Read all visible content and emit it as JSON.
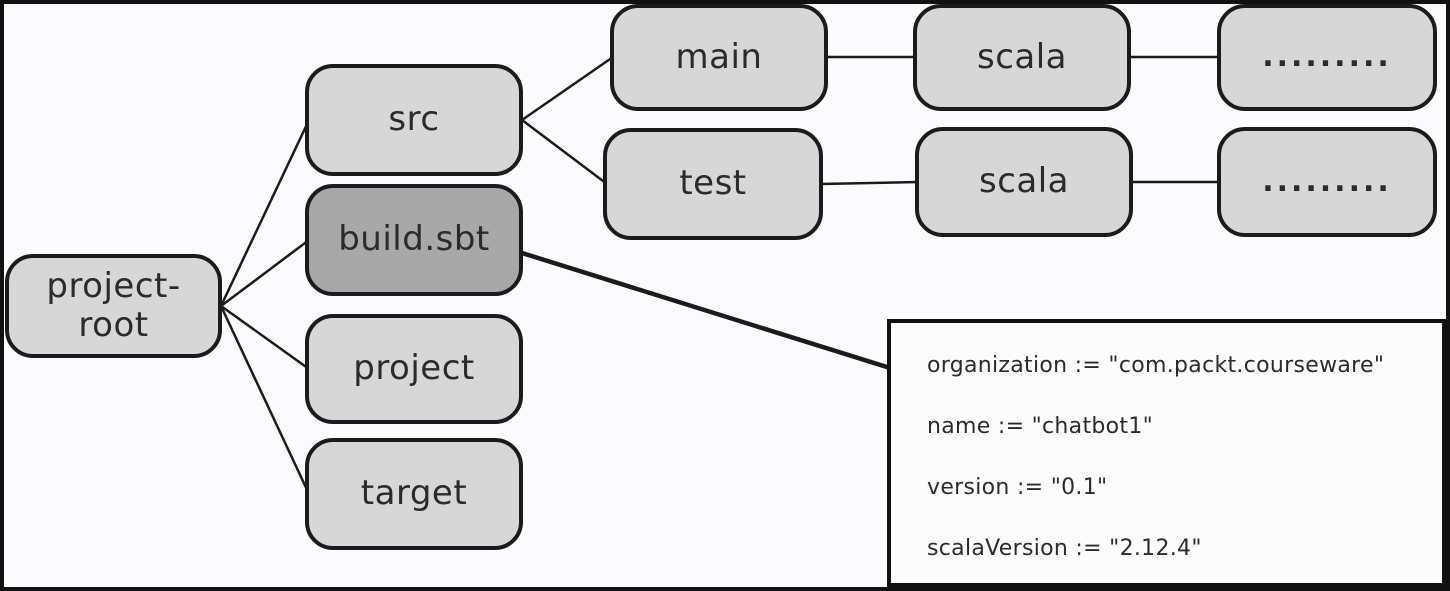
{
  "nodes": {
    "project_root": {
      "line1": "project-",
      "line2": "root"
    },
    "src": {
      "label": "src"
    },
    "build_sbt": {
      "label": "build.sbt"
    },
    "project": {
      "label": "project"
    },
    "target": {
      "label": "target"
    },
    "main": {
      "label": "main"
    },
    "test": {
      "label": "test"
    },
    "scala_main": {
      "label": "scala"
    },
    "scala_test": {
      "label": "scala"
    },
    "dots_main": {
      "label": "........."
    },
    "dots_test": {
      "label": "........."
    }
  },
  "code_box": {
    "lines": [
      "organization := \"com.packt.courseware\"",
      "name := \"chatbot1\"",
      "version := \"0.1\"",
      "scalaVersion := \"2.12.4\""
    ]
  },
  "colors": {
    "background": "#fbfbfd",
    "frame_border": "#111111",
    "node_fill": "#d7d7d7",
    "build_sbt_fill": "#a8a8a8",
    "node_border": "#1b1b1b",
    "code_box_fill": "#fcfcfd",
    "text": "#2b2b2b"
  }
}
